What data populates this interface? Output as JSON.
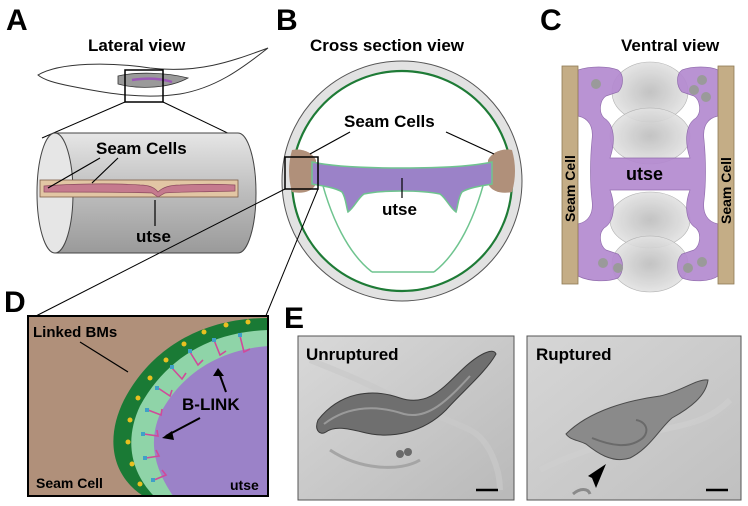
{
  "panels": {
    "a": {
      "letter": "A",
      "title": "Lateral view",
      "seam_label": "Seam Cells",
      "utse_label": "utse"
    },
    "b": {
      "letter": "B",
      "title": "Cross section view",
      "seam_label": "Seam Cells",
      "utse_label": "utse"
    },
    "c": {
      "letter": "C",
      "title": "Ventral view",
      "seam_left": "Seam Cell",
      "seam_right": "Seam Cell",
      "utse_label": "utse"
    },
    "d": {
      "letter": "D",
      "bm_label": "Linked BMs",
      "blink_label": "B-LINK",
      "seam_label": "Seam Cell",
      "utse_label": "utse"
    },
    "e": {
      "letter": "E",
      "left_label": "Unruptured",
      "right_label": "Ruptured"
    }
  },
  "colors": {
    "seam": "#b0907a",
    "utse": "#9b82c8",
    "utse_c": "#b48ad0",
    "bm_dark": "#1a7a35",
    "bm_light": "#8fd4a8",
    "cylinder": "#c9c9c9",
    "seam_c": "#c4ad86"
  }
}
